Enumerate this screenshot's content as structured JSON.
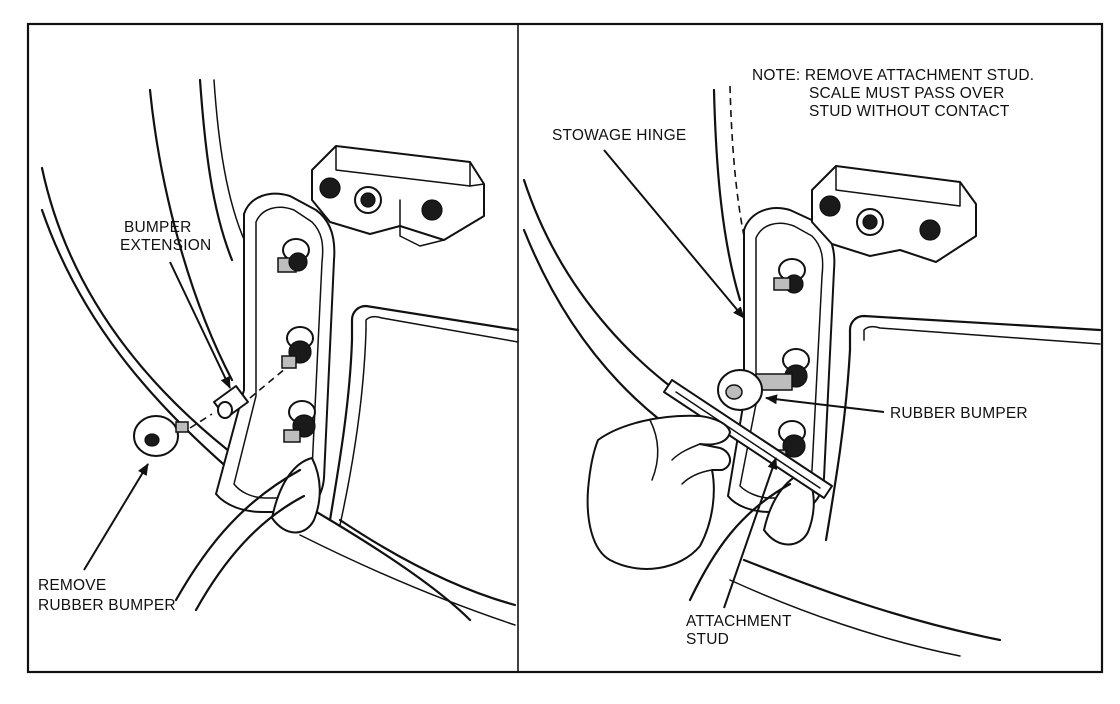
{
  "left_panel": {
    "bumper_extension_label": [
      "BUMPER",
      "EXTENSION"
    ],
    "remove_rubber_bumper_label": [
      "REMOVE",
      "RUBBER BUMPER"
    ]
  },
  "right_panel": {
    "note_label": [
      "NOTE: REMOVE ATTACHMENT STUD.",
      "SCALE MUST PASS OVER",
      "STUD WITHOUT CONTACT"
    ],
    "stowage_hinge_label": "STOWAGE HINGE",
    "rubber_bumper_label": "RUBBER BUMPER",
    "attachment_stud_label": [
      "ATTACHMENT",
      "STUD"
    ]
  }
}
